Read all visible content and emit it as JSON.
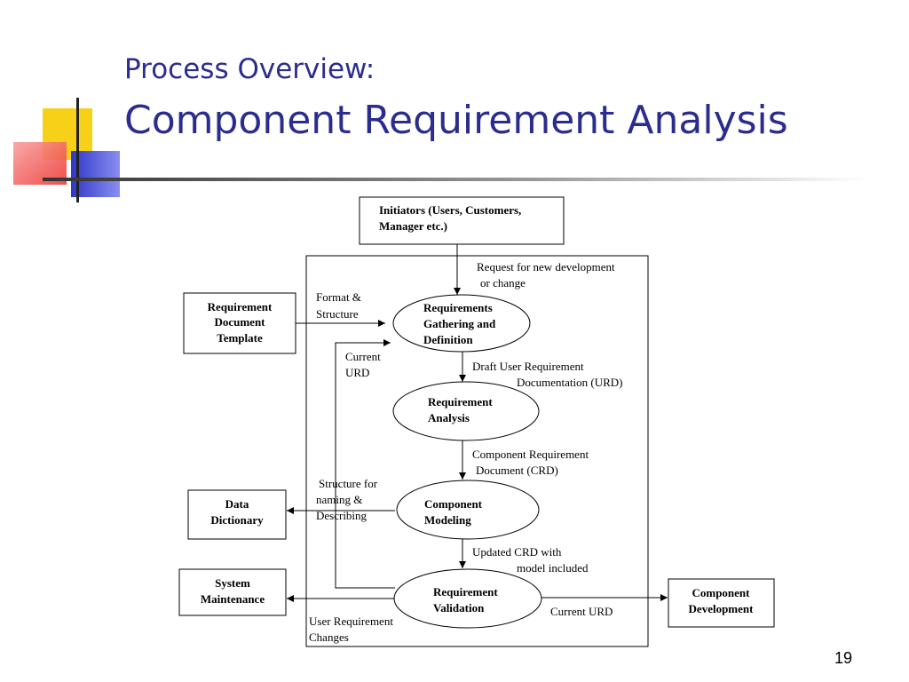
{
  "title": {
    "line1": "Process Overview:",
    "line2": "Component Requirement Analysis"
  },
  "page_number": "19",
  "colors": {
    "title": "#2b2d8e",
    "logo_yellow": "#f7d117",
    "logo_blue": "#2f37c8",
    "logo_red": "#ee3a35"
  },
  "diagram": {
    "initiators": [
      "Initiators (Users, Customers,",
      "Manager etc.)"
    ],
    "request_label": [
      "Request for new development",
      "or change"
    ],
    "req_doc_template": [
      "Requirement",
      "Document",
      "Template"
    ],
    "format_label": [
      "Format &",
      "Structure"
    ],
    "gathering": [
      "Requirements",
      "Gathering and",
      "Definition"
    ],
    "current_urd_label": [
      "Current",
      "URD"
    ],
    "draft_urd_label": [
      "Draft User Requirement",
      "Documentation (URD)"
    ],
    "req_analysis": [
      "Requirement",
      "Analysis"
    ],
    "crd_label": [
      "Component Requirement",
      "Document (CRD)"
    ],
    "data_dictionary": [
      "Data",
      "Dictionary"
    ],
    "structure_label": [
      "Structure for",
      "naming &",
      "Describing"
    ],
    "comp_modeling": [
      "Component",
      "Modeling"
    ],
    "updated_crd_label": [
      "Updated CRD with",
      "model included"
    ],
    "system_maintenance": [
      "System",
      "Maintenance"
    ],
    "req_validation": [
      "Requirement",
      "Validation"
    ],
    "current_urd_out_label": "Current URD",
    "comp_development": [
      "Component",
      "Development"
    ],
    "user_req_changes_label": [
      "User Requirement",
      "Changes"
    ]
  }
}
